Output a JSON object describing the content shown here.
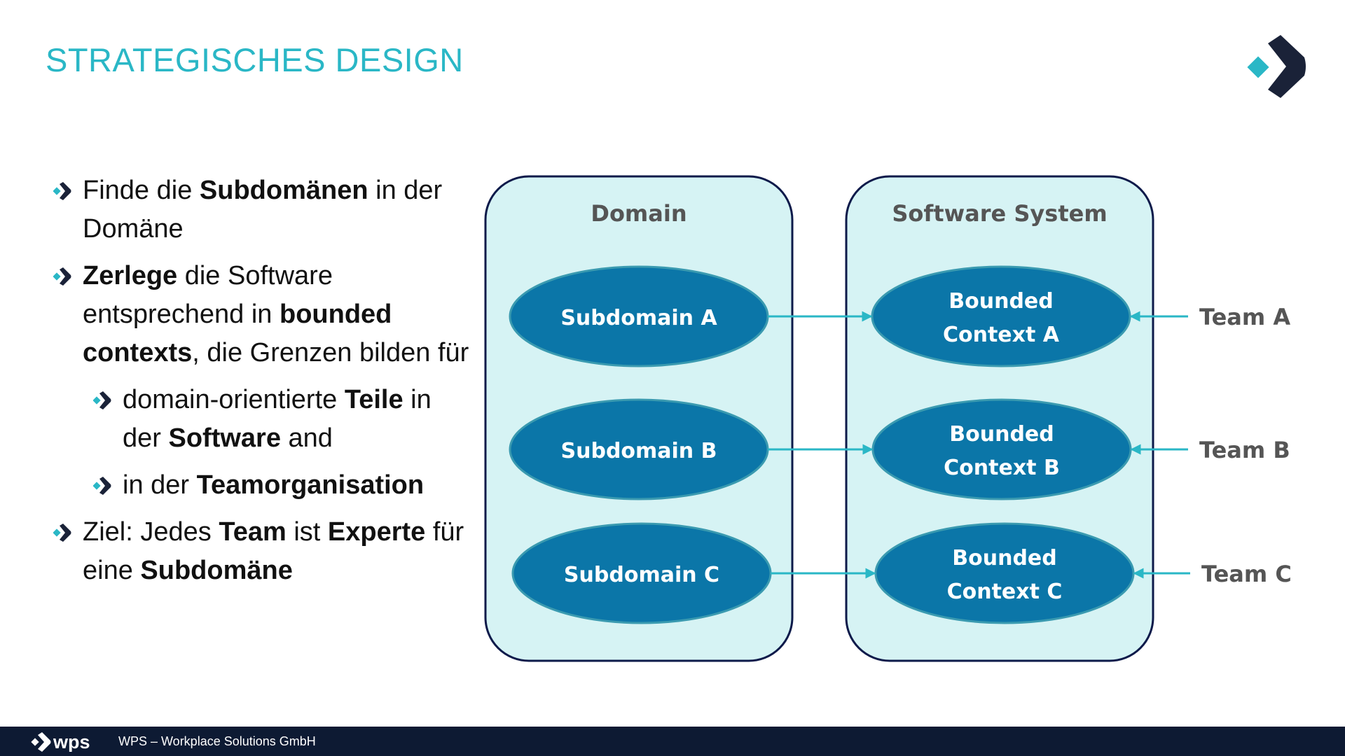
{
  "slide": {
    "title": "STRATEGISCHES DESIGN",
    "colors": {
      "accent": "#2ab7c6",
      "dark": "#1a2238",
      "ellipse": "#0b76a8",
      "panel": "#d6f3f4",
      "footer": "#0d1a33"
    }
  },
  "bullets": [
    {
      "level": 1,
      "parts": [
        {
          "text": "Finde die ",
          "bold": false
        },
        {
          "text": "Subdomänen",
          "bold": true
        },
        {
          "text": " in der Domäne",
          "bold": false
        }
      ]
    },
    {
      "level": 1,
      "parts": [
        {
          "text": "Zerlege",
          "bold": true
        },
        {
          "text": " die Software entsprechend in ",
          "bold": false
        },
        {
          "text": "bounded contexts",
          "bold": true
        },
        {
          "text": ", die Grenzen bilden für",
          "bold": false
        }
      ]
    },
    {
      "level": 2,
      "parts": [
        {
          "text": "domain-orientierte ",
          "bold": false
        },
        {
          "text": "Teile",
          "bold": true
        },
        {
          "text": " in der ",
          "bold": false
        },
        {
          "text": "Software",
          "bold": true
        },
        {
          "text": " and",
          "bold": false
        }
      ]
    },
    {
      "level": 2,
      "parts": [
        {
          "text": "in der ",
          "bold": false
        },
        {
          "text": "Teamorganisation",
          "bold": true
        }
      ]
    },
    {
      "level": 1,
      "parts": [
        {
          "text": "Ziel: Jedes ",
          "bold": false
        },
        {
          "text": "Team",
          "bold": true
        },
        {
          "text": " ist ",
          "bold": false
        },
        {
          "text": "Experte",
          "bold": true
        },
        {
          "text": " für eine ",
          "bold": false
        },
        {
          "text": "Subdomäne",
          "bold": true
        }
      ]
    }
  ],
  "diagram": {
    "domain_title": "Domain",
    "system_title": "Software System",
    "subdomains": [
      {
        "label": "Subdomain A"
      },
      {
        "label": "Subdomain B"
      },
      {
        "label": "Subdomain C"
      }
    ],
    "contexts": [
      {
        "line1": "Bounded",
        "line2": "Context A"
      },
      {
        "line1": "Bounded",
        "line2": "Context B"
      },
      {
        "line1": "Bounded",
        "line2": "Context C"
      }
    ],
    "teams": [
      {
        "label": "Team A"
      },
      {
        "label": "Team B"
      },
      {
        "label": "Team C"
      }
    ]
  },
  "footer": {
    "logo_text": "wps",
    "text": "WPS – Workplace Solutions GmbH"
  }
}
